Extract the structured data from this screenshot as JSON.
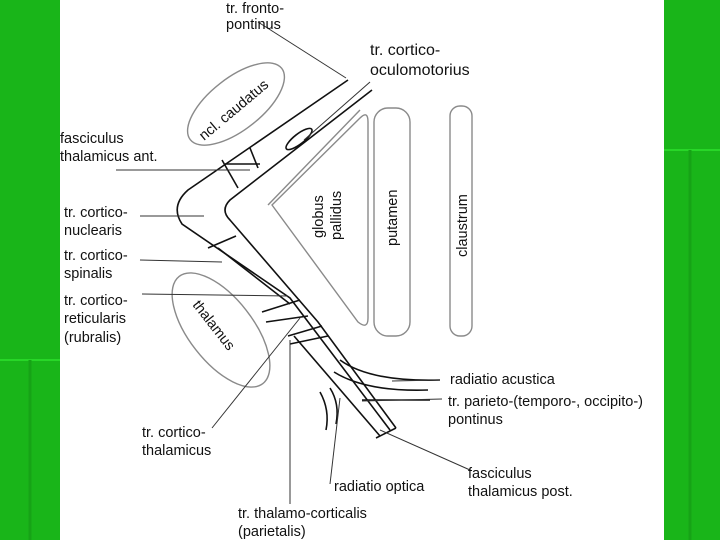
{
  "colors": {
    "background_green": "#1fc31f",
    "panel": "#ffffff",
    "line": "#111111",
    "outline_gray": "#8a8a8a"
  },
  "labels": {
    "tr_frontopontinus_1": "tr. fronto-",
    "tr_frontopontinus_2": "pontinus",
    "tr_corticooculomotorius_1": "tr. cortico-",
    "tr_corticooculomotorius_2": "oculomotorius",
    "ncl_caudatus": "ncl. caudatus",
    "fasciculus_thalamicus_ant_1": "fasciculus",
    "fasciculus_thalamicus_ant_2": "thalamicus ant.",
    "tr_corticonuclearis_1": "tr. cortico-",
    "tr_corticonuclearis_2": "nuclearis",
    "tr_corticospinalis_1": "tr. cortico-",
    "tr_corticospinalis_2": "spinalis",
    "tr_corticoreticularis_1": "tr. cortico-",
    "tr_corticoreticularis_2": "reticularis",
    "tr_corticoreticularis_3": "(rubralis)",
    "globus_pallidus_1": "globus",
    "globus_pallidus_2": "pallidus",
    "putamen": "putamen",
    "claustrum": "claustrum",
    "thalamus": "thalamus",
    "radiatio_acustica": "radiatio acustica",
    "tr_parieto_1": "tr. parieto-(temporo-, occipito-)",
    "tr_parieto_2": "pontinus",
    "tr_corticothalamicus_1": "tr. cortico-",
    "tr_corticothalamicus_2": "thalamicus",
    "fasciculus_thalamicus_post_1": "fasciculus",
    "fasciculus_thalamicus_post_2": "thalamicus post.",
    "radiatio_optica": "radiatio optica",
    "tr_thalamocorticalis_1": "tr. thalamo-corticalis",
    "tr_thalamocorticalis_2": "(parietalis)"
  }
}
